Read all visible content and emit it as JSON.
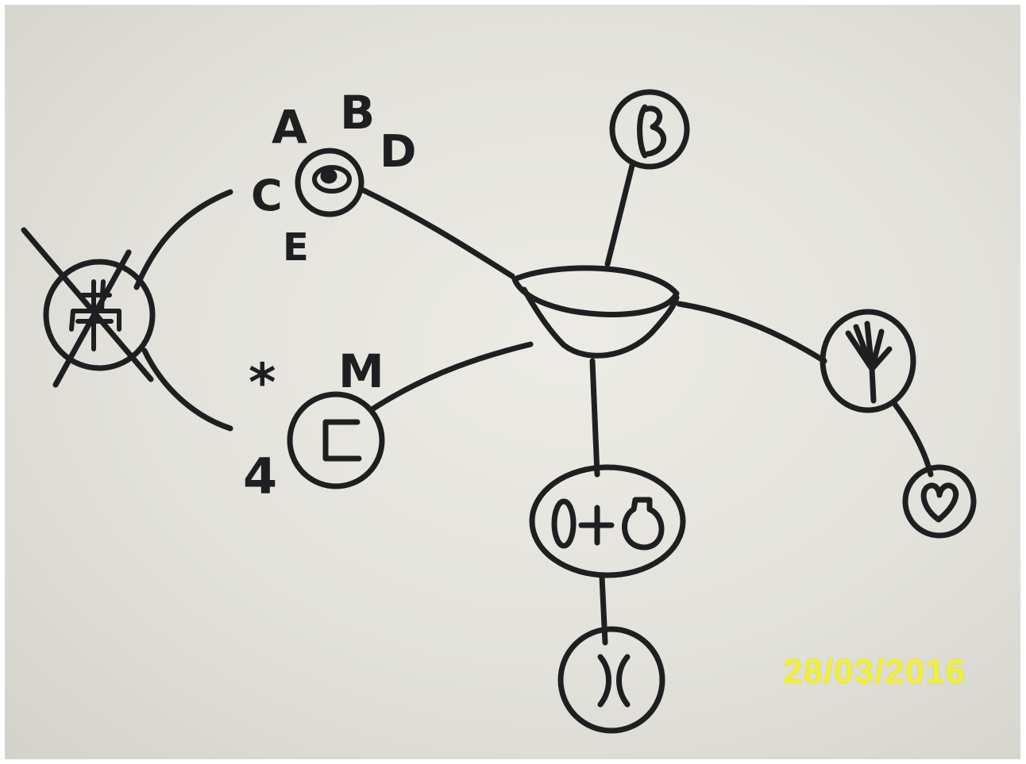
{
  "drawing": {
    "labels": {
      "a": "A",
      "b": "B",
      "c": "C",
      "d": "D",
      "e": "E",
      "m": "M",
      "star": "*",
      "four": "4"
    }
  },
  "date_stamp": "28/03/2016",
  "colors": {
    "ink": "#1f1f21",
    "paper": "#e4e3dd",
    "stamp": "#f0f03a"
  }
}
